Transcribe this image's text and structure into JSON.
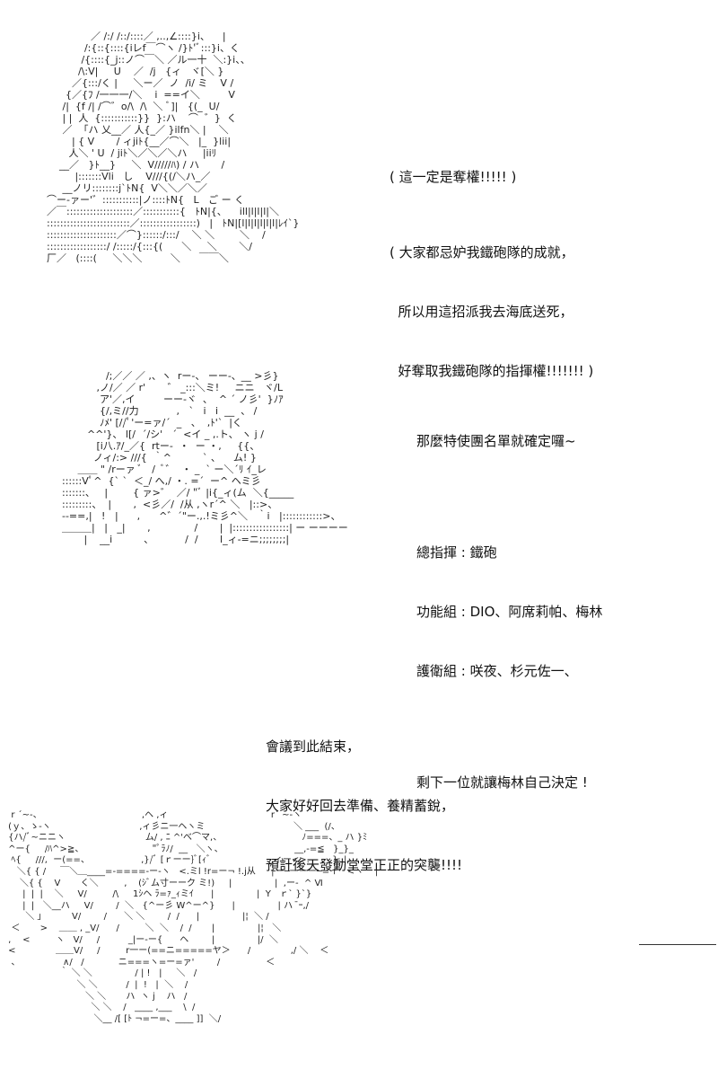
{
  "panel1": {
    "dialog": [
      "( 這一定是奪權!!!!! )",
      "( 大家都忌妒我鐵砲隊的成就，",
      "  所以用這招派我去海底送死，",
      "  好奪取我鐵砲隊的指揮權!!!!!!! )"
    ]
  },
  "panel2": {
    "dialog": [
      "那麼特使團名單就確定囉~",
      "",
      "總指揮 : 鐵砲",
      "功能組 : DIO、阿席莉帕、梅林",
      "護衛組 : 咲夜、杉元佐一、",
      "",
      "剩下一位就讓梅林自己決定 !"
    ]
  },
  "panel3": {
    "dialog": [
      "會議到此結束，",
      "大家好好回去準備、養精蓄銳，",
      "預計後天發動堂堂正正的突襲!!!!"
    ]
  }
}
